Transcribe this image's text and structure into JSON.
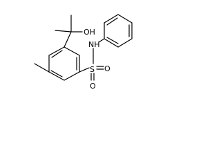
{
  "molecule": {
    "atoms": {
      "oh": "OH",
      "nh": "NH",
      "s": "S",
      "o_right": "O",
      "o_bottom": "O"
    },
    "colors": {
      "bond": "#000000",
      "label": "#000000",
      "background": "#ffffff"
    }
  }
}
